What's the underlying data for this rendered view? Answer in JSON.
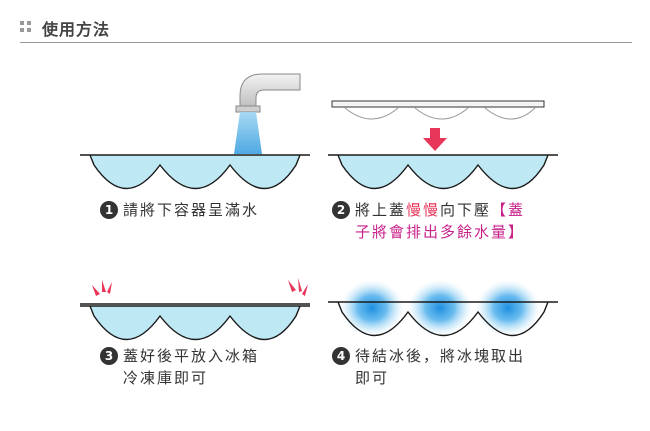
{
  "header": {
    "title": "使用方法"
  },
  "steps": [
    {
      "number": "1",
      "line1": "請將下容器呈滿水"
    },
    {
      "number": "2",
      "line1_a": "將上蓋",
      "line1_b": "慢慢",
      "line1_c": "向下壓",
      "line1_d": "【蓋",
      "line2": "子將會排出多餘水量】"
    },
    {
      "number": "3",
      "line1": "蓋好後平放入冰箱",
      "line2": "冷凍庫即可"
    },
    {
      "number": "4",
      "line1": "待結冰後，將冰塊取出",
      "line2": "即可"
    }
  ],
  "colors": {
    "water": "#bfe8f5",
    "water_stroke": "#1a1a1a",
    "faucet": "#d8d8d8",
    "water_stream": "#5bb8e8",
    "arrow": "#e8365a",
    "ice": "#3aa0e6",
    "magenta_text": "#c8218a"
  }
}
